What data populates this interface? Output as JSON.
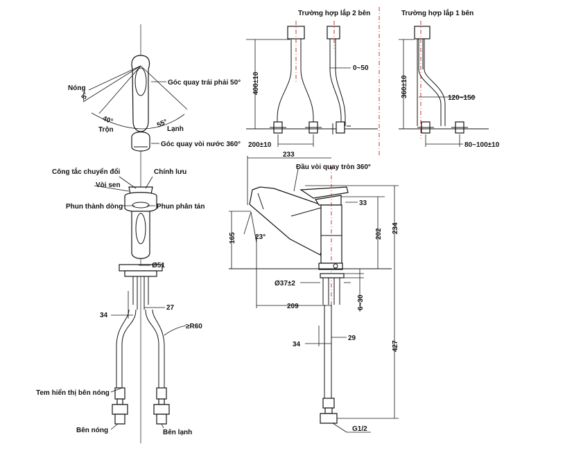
{
  "labels": {
    "case_two_side": "Trường hợp lắp 2 bên",
    "case_one_side": "Trường hợp lắp 1 bên",
    "hot": "Nóng",
    "angle_5": "5°",
    "angle_40": "40°",
    "angle_55": "55°",
    "mix": "Trộn",
    "cold": "Lạnh",
    "right_rotation": "Góc quay trái phải 50°",
    "spout_rotation": "Góc quay vòi nước 360°",
    "switch": "Công tắc chuyển đổi",
    "hand_shower": "Vòi sen",
    "main_flow": "Chính lưu",
    "stream": "Phun thành dòng",
    "spray": "Phun phân tán",
    "d51": "Ø51",
    "d34": "34",
    "d27": "27",
    "r60": "≥R60",
    "hot_tag": "Tem hiển thị bên nóng",
    "hot_side": "Bên nóng",
    "cold_side": "Bên lạnh",
    "d400": "400±10",
    "d0_50": "0~50",
    "d200": "200±10",
    "d360": "360±10",
    "d120_150": "120~150",
    "d80_100": "80~100±10",
    "d233": "233",
    "head_rotation": "Đầu vòi quay tròn 360°",
    "d33": "33",
    "d165": "165",
    "a23": "23°",
    "d202": "202",
    "d234": "234",
    "d37": "Ø37±2",
    "d6_30": "6~30",
    "d209": "209",
    "d34b": "34",
    "d29": "29",
    "d427": "427",
    "g12": "G1/2"
  },
  "colors": {
    "line": "#111111",
    "centerline": "#d23030"
  }
}
